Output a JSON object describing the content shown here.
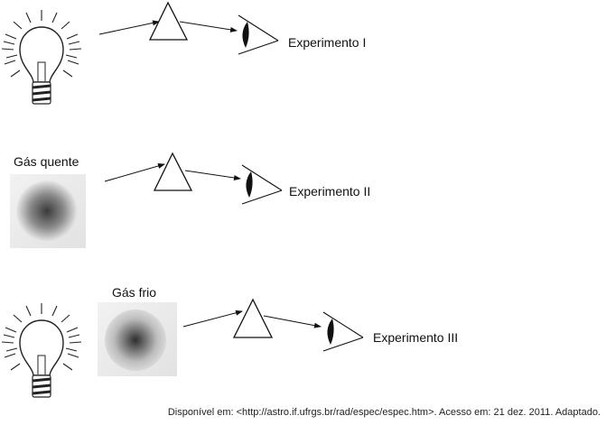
{
  "experiments": [
    {
      "label": "Experimento I",
      "gas_label": ""
    },
    {
      "label": "Experimento II",
      "gas_label": "Gás quente"
    },
    {
      "label": "Experimento III",
      "gas_label": "Gás frio"
    }
  ],
  "source": "Disponível em: <http://astro.if.ufrgs.br/rad/espec/espec.htm>. Acesso em: 21 dez. 2011. Adaptado."
}
